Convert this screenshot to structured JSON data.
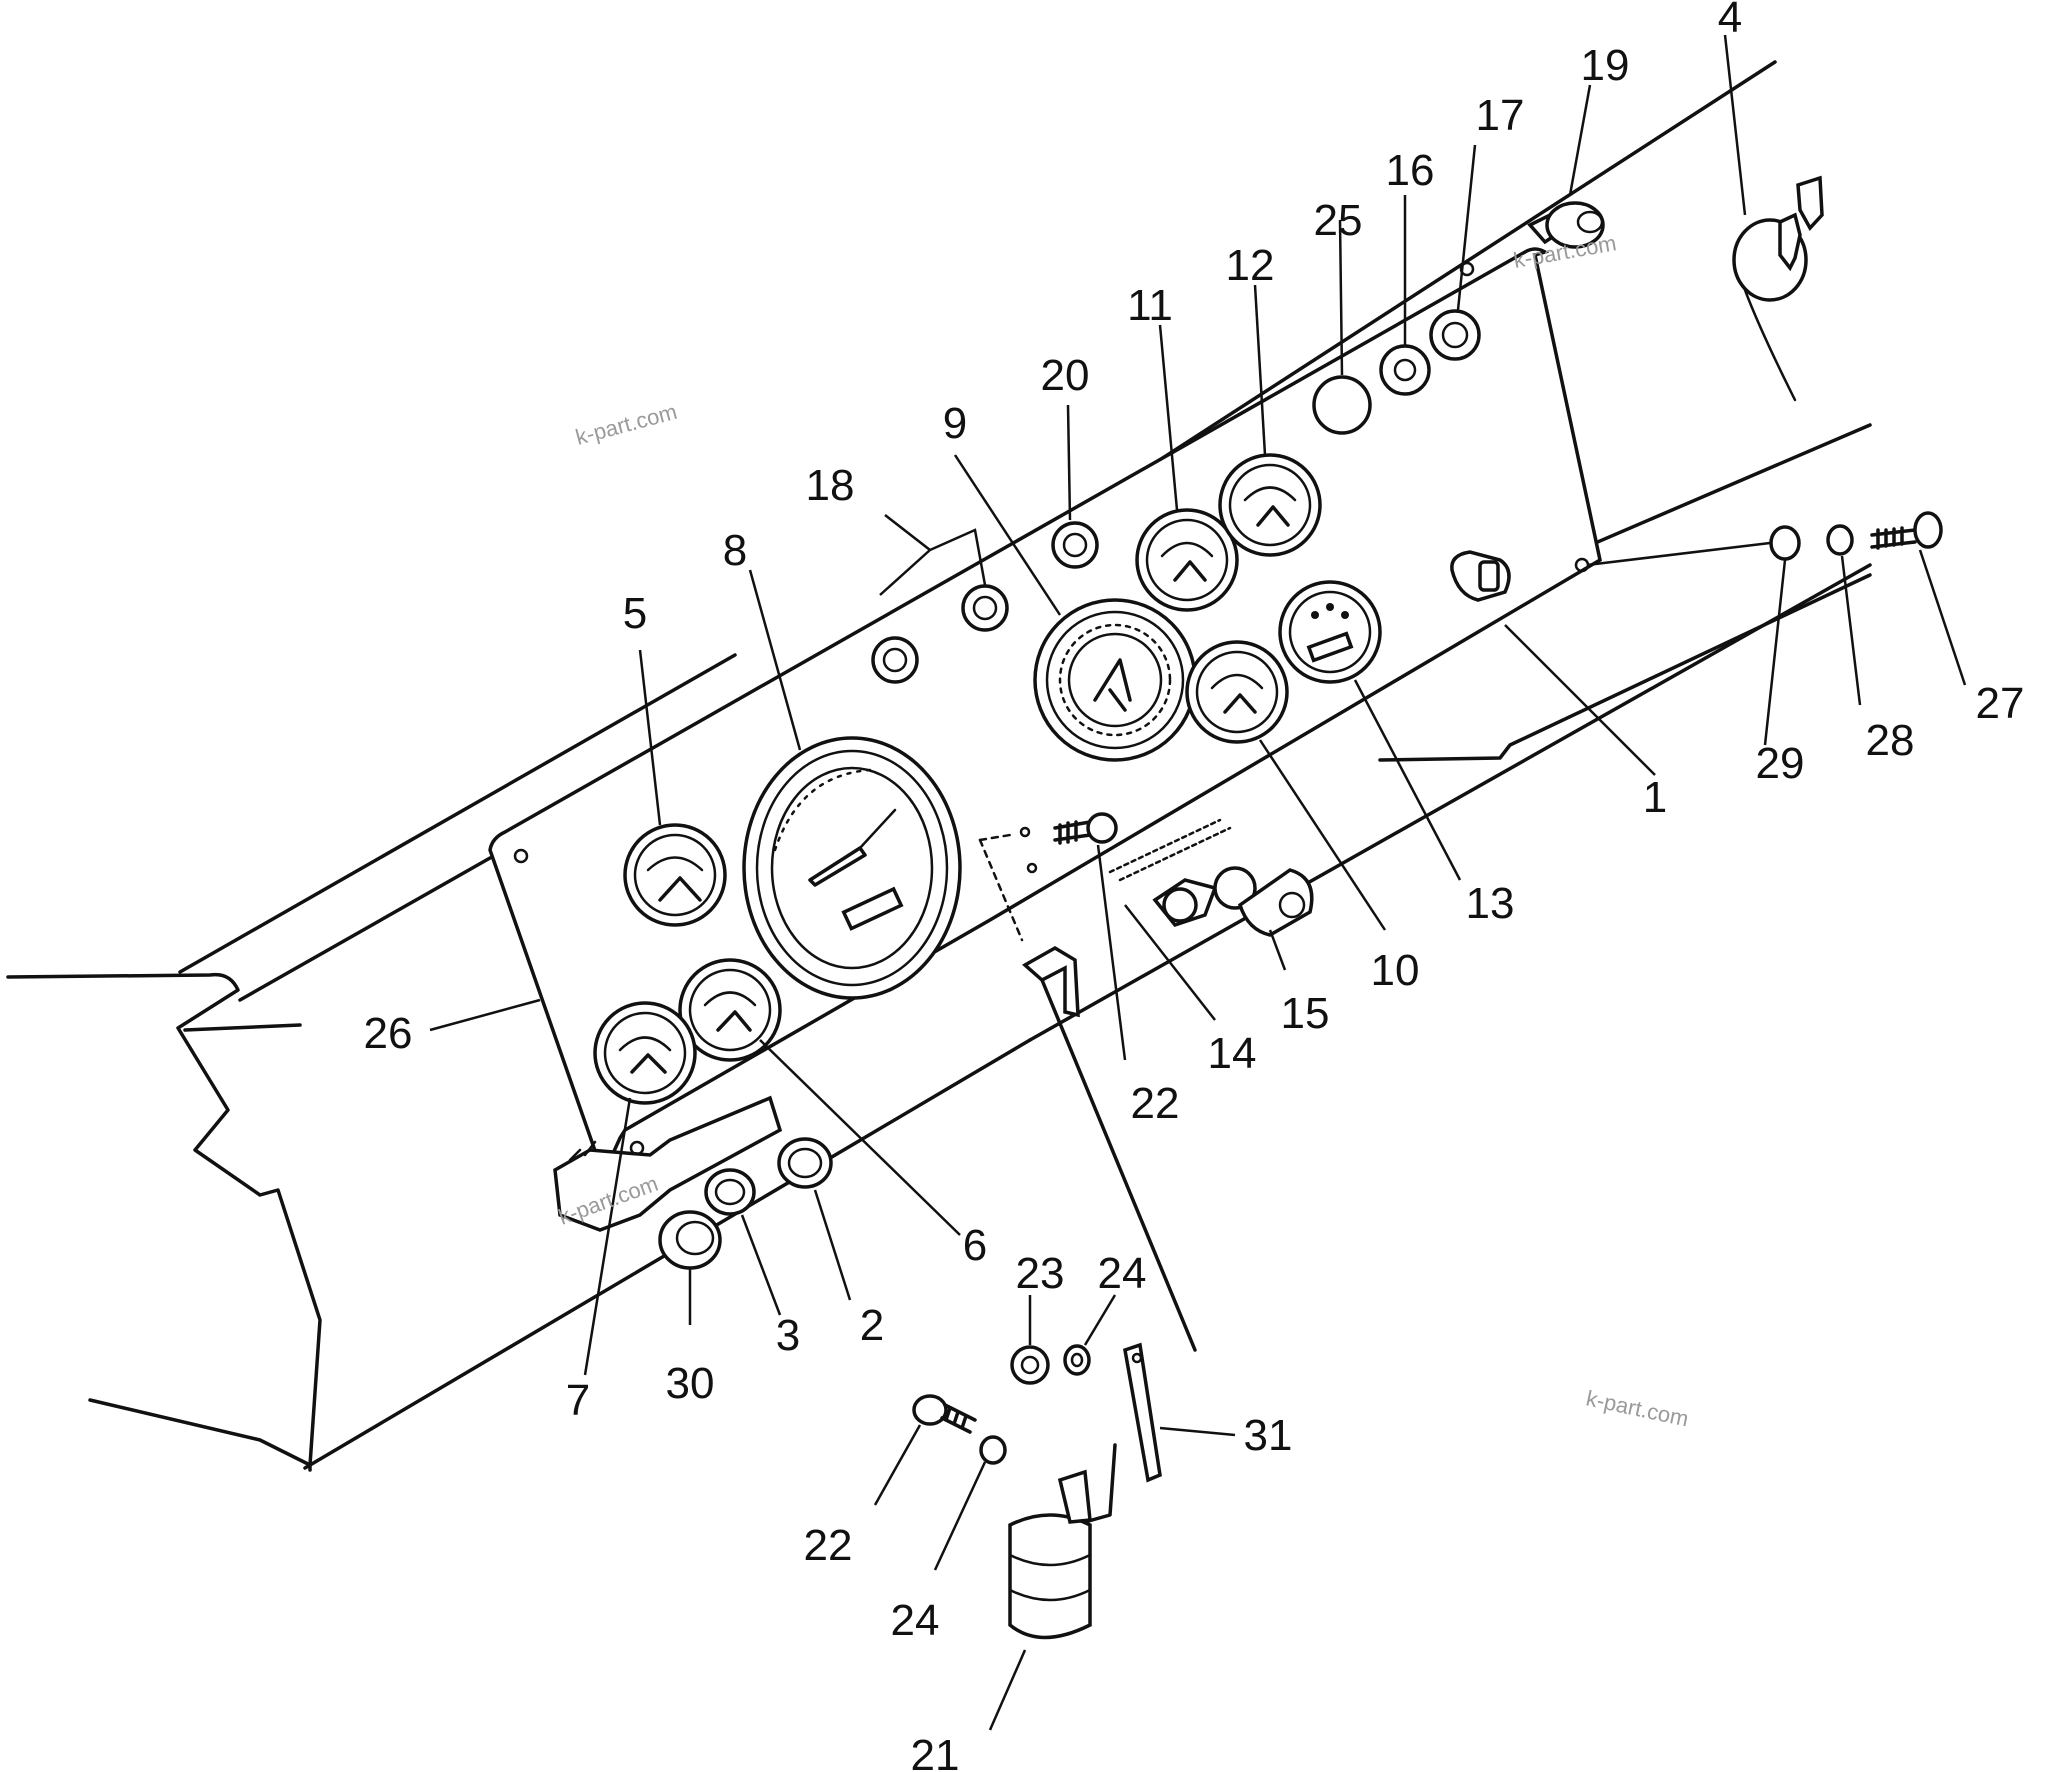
{
  "callouts": [
    {
      "id": "c1",
      "text": "1"
    },
    {
      "id": "c2",
      "text": "2"
    },
    {
      "id": "c3",
      "text": "3"
    },
    {
      "id": "c4",
      "text": "4"
    },
    {
      "id": "c5",
      "text": "5"
    },
    {
      "id": "c6",
      "text": "6"
    },
    {
      "id": "c7",
      "text": "7"
    },
    {
      "id": "c8",
      "text": "8"
    },
    {
      "id": "c9",
      "text": "9"
    },
    {
      "id": "c10",
      "text": "10"
    },
    {
      "id": "c11",
      "text": "11"
    },
    {
      "id": "c12",
      "text": "12"
    },
    {
      "id": "c13",
      "text": "13"
    },
    {
      "id": "c14",
      "text": "14"
    },
    {
      "id": "c15",
      "text": "15"
    },
    {
      "id": "c16",
      "text": "16"
    },
    {
      "id": "c17",
      "text": "17"
    },
    {
      "id": "c18",
      "text": "18"
    },
    {
      "id": "c19",
      "text": "19"
    },
    {
      "id": "c20",
      "text": "20"
    },
    {
      "id": "c21",
      "text": "21"
    },
    {
      "id": "c22a",
      "text": "22"
    },
    {
      "id": "c22b",
      "text": "22"
    },
    {
      "id": "c23",
      "text": "23"
    },
    {
      "id": "c24a",
      "text": "24"
    },
    {
      "id": "c24b",
      "text": "24"
    },
    {
      "id": "c25",
      "text": "25"
    },
    {
      "id": "c26",
      "text": "26"
    },
    {
      "id": "c27",
      "text": "27"
    },
    {
      "id": "c28",
      "text": "28"
    },
    {
      "id": "c29",
      "text": "29"
    },
    {
      "id": "c30",
      "text": "30"
    },
    {
      "id": "c31",
      "text": "31"
    }
  ],
  "watermarks": [
    "k-part.com",
    "k-part.com",
    "k-part.com",
    "k-part.com"
  ]
}
